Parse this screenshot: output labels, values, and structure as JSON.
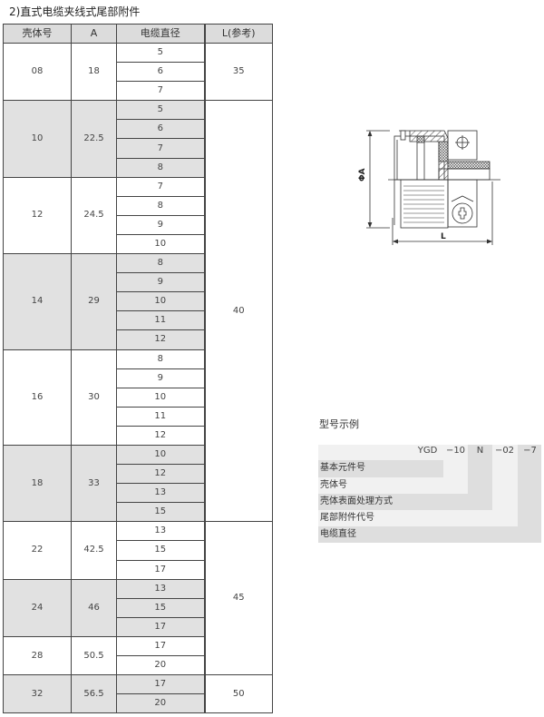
{
  "title": "2)直式电缆夹线式尾部附件",
  "table": {
    "headers": [
      "壳体号",
      "A",
      "电缆直径",
      "L(参考)"
    ],
    "groups": [
      {
        "shell": "08",
        "a": "18",
        "diameters": [
          "5",
          "6",
          "7"
        ]
      },
      {
        "shell": "10",
        "a": "22.5",
        "diameters": [
          "5",
          "6",
          "7",
          "8"
        ]
      },
      {
        "shell": "12",
        "a": "24.5",
        "diameters": [
          "7",
          "8",
          "9",
          "10"
        ]
      },
      {
        "shell": "14",
        "a": "29",
        "diameters": [
          "8",
          "9",
          "10",
          "11",
          "12"
        ]
      },
      {
        "shell": "16",
        "a": "30",
        "diameters": [
          "8",
          "9",
          "10",
          "11",
          "12"
        ]
      },
      {
        "shell": "18",
        "a": "33",
        "diameters": [
          "10",
          "12",
          "13",
          "15"
        ]
      },
      {
        "shell": "22",
        "a": "42.5",
        "diameters": [
          "13",
          "15",
          "17"
        ]
      },
      {
        "shell": "24",
        "a": "46",
        "diameters": [
          "13",
          "15",
          "17"
        ]
      },
      {
        "shell": "28",
        "a": "50.5",
        "diameters": [
          "17",
          "20"
        ]
      },
      {
        "shell": "32",
        "a": "56.5",
        "diameters": [
          "17",
          "20"
        ]
      }
    ],
    "l_values": [
      {
        "value": "35",
        "groups": 1
      },
      {
        "value": "40",
        "groups": 5
      },
      {
        "value": "45",
        "groups": 3
      },
      {
        "value": "50",
        "groups": 1
      }
    ]
  },
  "diagram": {
    "dim_a": "ΦA",
    "dim_l": "L"
  },
  "model_example": {
    "title": "型号示例",
    "codes": [
      "YGD",
      "−10",
      "N",
      "−02",
      "−7"
    ],
    "labels": [
      "基本元件号",
      "壳体号",
      "壳体表面处理方式",
      "尾部附件代号",
      "电缆直径"
    ]
  }
}
